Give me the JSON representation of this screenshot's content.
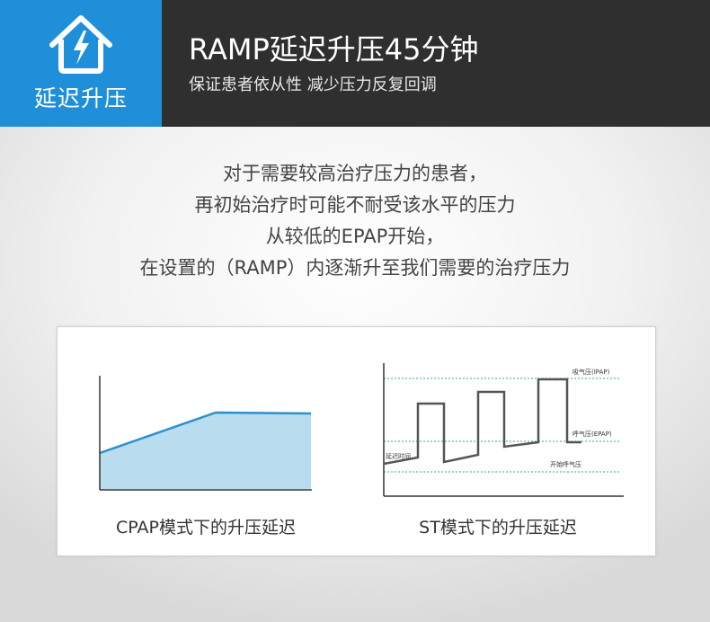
{
  "header": {
    "badge_label": "延迟升压",
    "badge_icon": "house-lightning-icon",
    "title": "RAMP延迟升压45分钟",
    "subtitle": "保证患者依从性 减少压力反复回调"
  },
  "intro": {
    "lines": [
      "对于需要较高治疗压力的患者，",
      "再初始治疗时可能不耐受该水平的压力",
      "从较低的EPAP开始，",
      "在设置的（RAMP）内逐渐升至我们需要的治疗压力"
    ]
  },
  "cpap_chart": {
    "caption": "CPAP模式下的升压延迟",
    "fill_color": "#b9dcef",
    "line_color": "#2b8fd0"
  },
  "st_chart": {
    "caption": "ST模式下的升压延迟",
    "labels": {
      "ipap": "吸气压(IPAP)",
      "epap": "呼气压(EPAP)",
      "start": "开始呼气压",
      "delay": "延迟时间"
    },
    "line_color": "#555555",
    "guide_color": "#3aa39a"
  }
}
